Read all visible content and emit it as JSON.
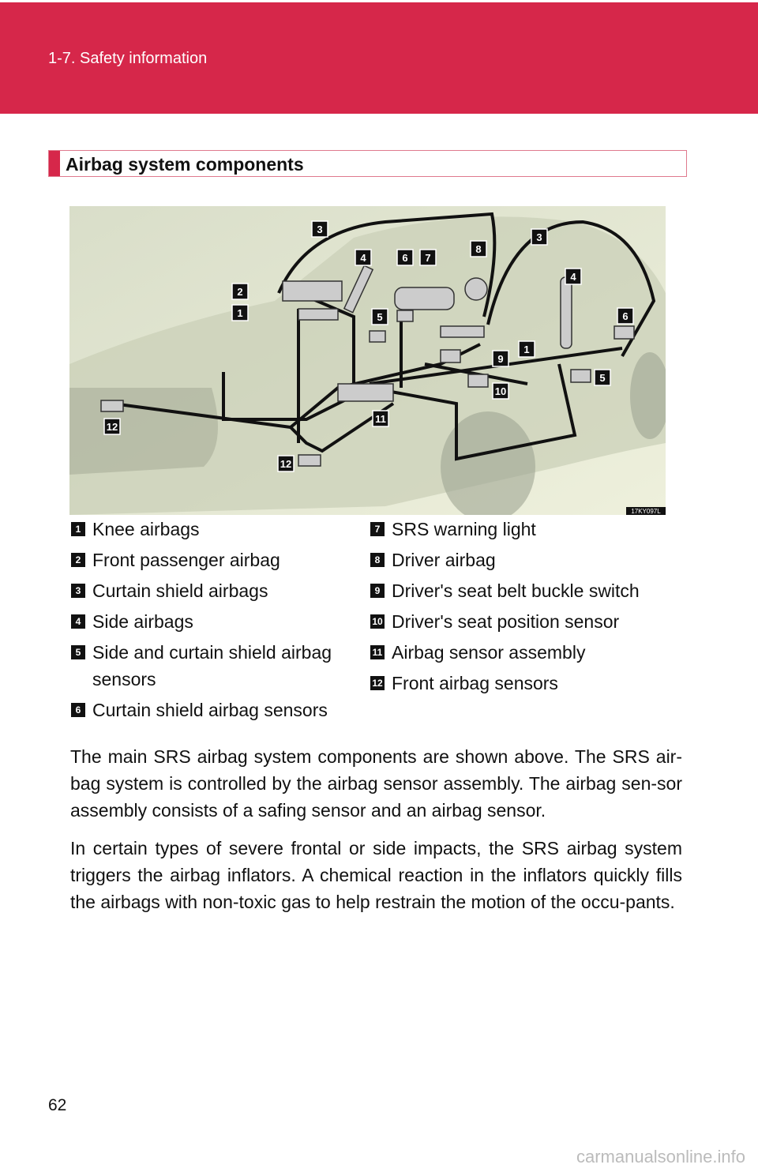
{
  "header": {
    "title": "1-7. Safety information"
  },
  "section": {
    "title": "Airbag system components"
  },
  "figure": {
    "code": "17KY097L",
    "callouts": [
      "3",
      "3",
      "4",
      "6",
      "7",
      "8",
      "2",
      "1",
      "4",
      "5",
      "6",
      "1",
      "9",
      "5",
      "10",
      "11",
      "12",
      "12"
    ]
  },
  "legend": {
    "left": [
      {
        "num": "1",
        "label": "Knee airbags"
      },
      {
        "num": "2",
        "label": "Front passenger airbag"
      },
      {
        "num": "3",
        "label": "Curtain shield airbags"
      },
      {
        "num": "4",
        "label": "Side airbags"
      },
      {
        "num": "5",
        "label": "Side and curtain shield airbag",
        "label2": "sensors"
      },
      {
        "num": "6",
        "label": "Curtain shield airbag sensors"
      }
    ],
    "right": [
      {
        "num": "7",
        "label": "SRS warning light"
      },
      {
        "num": "8",
        "label": "Driver airbag"
      },
      {
        "num": "9",
        "label": "Driver's seat belt buckle switch"
      },
      {
        "num": "10",
        "label": "Driver's seat position sensor"
      },
      {
        "num": "11",
        "label": "Airbag sensor assembly"
      },
      {
        "num": "12",
        "label": "Front airbag sensors"
      }
    ]
  },
  "body": {
    "p1": "The main SRS airbag system components are shown above. The SRS air-bag system is controlled by the airbag sensor assembly. The airbag sen-sor assembly consists of a safing sensor and an airbag sensor.",
    "p2": "In certain types of severe frontal or side impacts, the SRS airbag system triggers the airbag inflators. A chemical reaction in the inflators quickly fills the airbags with non-toxic gas to help restrain the motion of the occu-pants."
  },
  "footer": {
    "page": "62",
    "watermark": "carmanualsonline.info"
  }
}
